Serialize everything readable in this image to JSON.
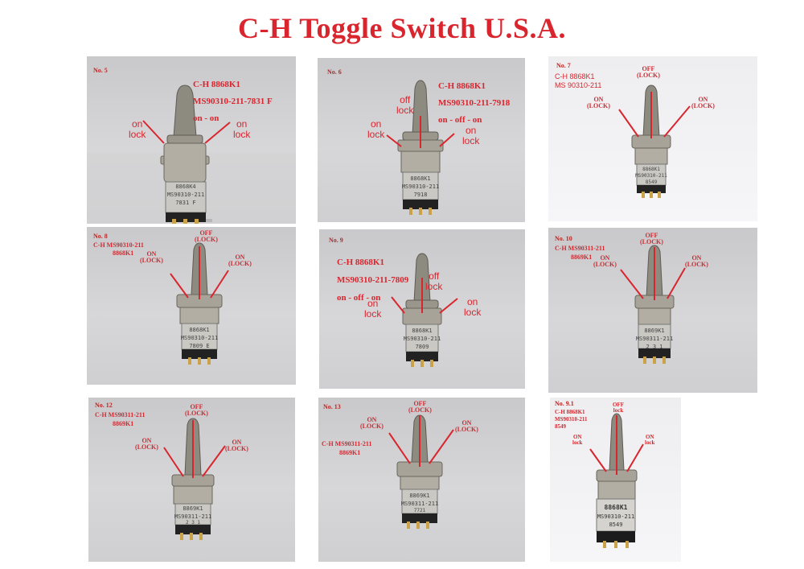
{
  "title": "C-H Toggle Switch U.S.A.",
  "colors": {
    "annotation": "#d9262e",
    "panel_bg": "#cfcfd1"
  },
  "panels": [
    {
      "no": "No. 5",
      "lines": [
        "C-H 8868K1",
        "MS90310-211-7831 F",
        "on - on"
      ],
      "left": "on\nlock",
      "right": "on\nlock",
      "stamp": [
        "8868K4",
        "MS90310-211",
        "7831 F"
      ]
    },
    {
      "no": "No. 6",
      "lines": [
        "C-H 8868K1",
        "MS90310-211-7918",
        "on - off - on"
      ],
      "left": "on\nlock",
      "center": "off\nlock",
      "right": "on\nlock",
      "stamp": [
        "8868K1",
        "MS90310-211",
        "7918"
      ]
    },
    {
      "no": "No. 7",
      "lines": [
        "C-H 8868K1",
        "MS 90310-211"
      ],
      "left": "ON\n(LOCK)",
      "center": "OFF\n(LOCK)",
      "right": "ON\n(LOCK)",
      "stamp": [
        "8868K1",
        "MS90310-211",
        "8549"
      ]
    },
    {
      "no": "No. 8",
      "lines": [
        "C-H  MS90310-211",
        "8868K1"
      ],
      "left": "ON\n(LOCK)",
      "center": "OFF\n(LOCK)",
      "right": "ON\n(LOCK)",
      "stamp": [
        "8868K1",
        "MS90310-211",
        "7809 E"
      ]
    },
    {
      "no": "No. 9",
      "lines": [
        "C-H 8868K1",
        "MS90310-211-7809",
        "on - off - on"
      ],
      "left": "on\nlock",
      "center": "off\nlock",
      "right": "on\nlock",
      "stamp": [
        "8868K1",
        "MS90310-211",
        "7809"
      ]
    },
    {
      "no": "No. 10",
      "lines": [
        "C-H  MS90311-211",
        "8869K1"
      ],
      "left": "ON\n(LOCK)",
      "center": "OFF\n(LOCK)",
      "right": "ON\n(LOCK)",
      "stamp": [
        "8869K1",
        "MS90311-211",
        "2 3 1"
      ]
    },
    {
      "no": "No. 12",
      "lines": [
        "C-H  MS90311-211",
        "8869K1"
      ],
      "left": "ON\n(LOCK)",
      "center": "OFF\n(LOCK)",
      "right": "ON\n(LOCK)",
      "stamp": [
        "8869K1",
        "MS90311-211",
        "2 3 1"
      ]
    },
    {
      "no": "No. 13",
      "lines": [
        "C-H  MS90311-211",
        "8869K1"
      ],
      "left": "ON\n(LOCK)",
      "center": "OFF\n(LOCK)",
      "right": "ON\n(LOCK)",
      "stamp": [
        "8869K1",
        "MS90311-211",
        "7721"
      ]
    },
    {
      "no": "No. 9.1",
      "lines": [
        "C-H 8868K1",
        "MS90310-211",
        "8549"
      ],
      "left": "ON\nlock",
      "center": "OFF\nlock",
      "right": "ON\nlock",
      "stamp": [
        "8868K1",
        "MS90310-211",
        "8549"
      ]
    }
  ]
}
